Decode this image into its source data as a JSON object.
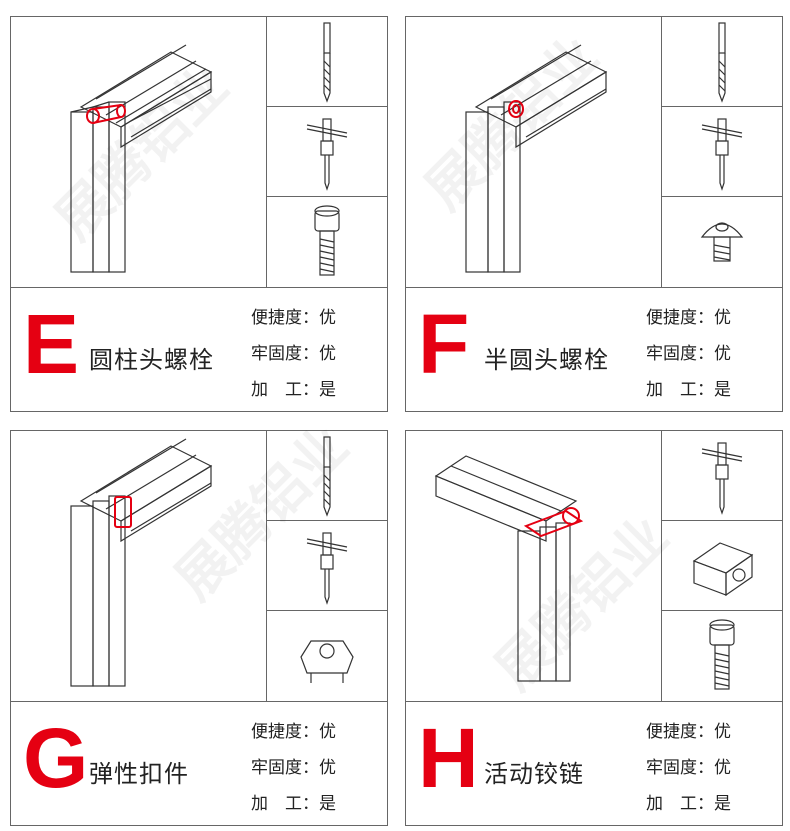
{
  "panels": [
    {
      "letter": "E",
      "name": "圆柱头螺栓",
      "props": {
        "ease": "便捷度：优",
        "strength": "牢固度：优",
        "process": "加　工：是"
      }
    },
    {
      "letter": "F",
      "name": "半圆头螺栓",
      "props": {
        "ease": "便捷度：优",
        "strength": "牢固度：优",
        "process": "加　工：是"
      }
    },
    {
      "letter": "G",
      "name": "弹性扣件",
      "props": {
        "ease": "便捷度：优",
        "strength": "牢固度：优",
        "process": "加　工：是"
      }
    },
    {
      "letter": "H",
      "name": "活动铰链",
      "props": {
        "ease": "便捷度：优",
        "strength": "牢固度：优",
        "process": "加　工：是"
      }
    }
  ],
  "watermark": "展腾铝业",
  "colors": {
    "accent": "#e50012",
    "line": "#666666"
  }
}
